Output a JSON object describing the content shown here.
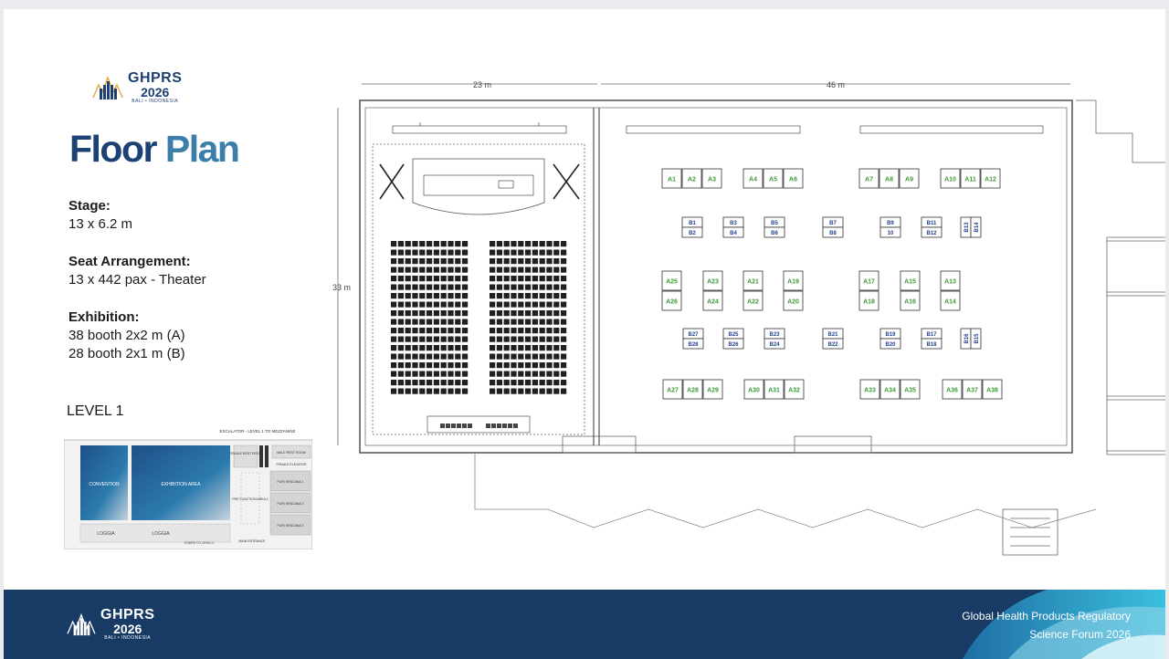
{
  "logo": {
    "name": "GHPRS",
    "year": "2026",
    "location": "BALI • INDONESIA"
  },
  "title": {
    "word1": "Floor",
    "word2": "Plan"
  },
  "stage": {
    "heading": "Stage:",
    "value": "13 x 6.2 m"
  },
  "seating": {
    "heading": "Seat Arrangement:",
    "value": "13 x 442 pax - Theater"
  },
  "exhibition": {
    "heading": "Exhibition:",
    "line1": "38 booth 2x2 m (A)",
    "line2": "28 booth 2x1 m (B)"
  },
  "level_label": "LEVEL 1",
  "minimap": {
    "escalator": "ESCALATOR - LEVEL 1 TO MEZZANINE",
    "convention": "CONVENTION",
    "exhibition_area": "EXHIBITION AREA",
    "loggia": "LOGGIA",
    "stairs": "STAIRS TO LEVEL 2",
    "main_entrance": "MAIN ENTRANCE",
    "female_restroom": "FEMALE REST ROOM",
    "male_restroom": "MALE REST ROOM",
    "female_elevator": "FEMALE ELEVATOR",
    "puri_kencana_1": "PURI KENCANA 1",
    "puri_kencana_2": "PURI KENCANA 2",
    "puri_kencana_3": "PURI KENCANA 3",
    "pre_function": "PRE FUNCTION AREA 1"
  },
  "dimensions": {
    "width_left": "23 m",
    "width_right": "46 m",
    "height": "33 m"
  },
  "booths_a": [
    {
      "id": "A1"
    },
    {
      "id": "A2"
    },
    {
      "id": "A3"
    },
    {
      "id": "A4"
    },
    {
      "id": "A5"
    },
    {
      "id": "A6"
    },
    {
      "id": "A7"
    },
    {
      "id": "A8"
    },
    {
      "id": "A9"
    },
    {
      "id": "A10"
    },
    {
      "id": "A11"
    },
    {
      "id": "A12"
    },
    {
      "id": "A25"
    },
    {
      "id": "A26"
    },
    {
      "id": "A23"
    },
    {
      "id": "A24"
    },
    {
      "id": "A21"
    },
    {
      "id": "A22"
    },
    {
      "id": "A19"
    },
    {
      "id": "A20"
    },
    {
      "id": "A17"
    },
    {
      "id": "A18"
    },
    {
      "id": "A15"
    },
    {
      "id": "A16"
    },
    {
      "id": "A13"
    },
    {
      "id": "A14"
    },
    {
      "id": "A27"
    },
    {
      "id": "A28"
    },
    {
      "id": "A29"
    },
    {
      "id": "A30"
    },
    {
      "id": "A31"
    },
    {
      "id": "A32"
    },
    {
      "id": "A33"
    },
    {
      "id": "A34"
    },
    {
      "id": "A35"
    },
    {
      "id": "A36"
    },
    {
      "id": "A37"
    },
    {
      "id": "A38"
    }
  ],
  "booths_b": [
    {
      "id": "B1"
    },
    {
      "id": "B2"
    },
    {
      "id": "B3"
    },
    {
      "id": "B4"
    },
    {
      "id": "B5"
    },
    {
      "id": "B6"
    },
    {
      "id": "B7"
    },
    {
      "id": "B8"
    },
    {
      "id": "B9"
    },
    {
      "id": "10"
    },
    {
      "id": "B11"
    },
    {
      "id": "B12"
    },
    {
      "id": "B13"
    },
    {
      "id": "B14"
    },
    {
      "id": "B27"
    },
    {
      "id": "B28"
    },
    {
      "id": "B25"
    },
    {
      "id": "B26"
    },
    {
      "id": "B23"
    },
    {
      "id": "B24"
    },
    {
      "id": "B21"
    },
    {
      "id": "B22"
    },
    {
      "id": "B19"
    },
    {
      "id": "B20"
    },
    {
      "id": "B17"
    },
    {
      "id": "B18"
    },
    {
      "id": "B16"
    },
    {
      "id": "B15"
    }
  ],
  "footer": {
    "line1": "Global Health Products Regulatory",
    "line2": "Science Forum 2026"
  },
  "colors": {
    "navy": "#173b64",
    "booth_a": "#3f9a3a",
    "booth_b": "#1f3f8f",
    "accent": "#2aa6c9"
  }
}
